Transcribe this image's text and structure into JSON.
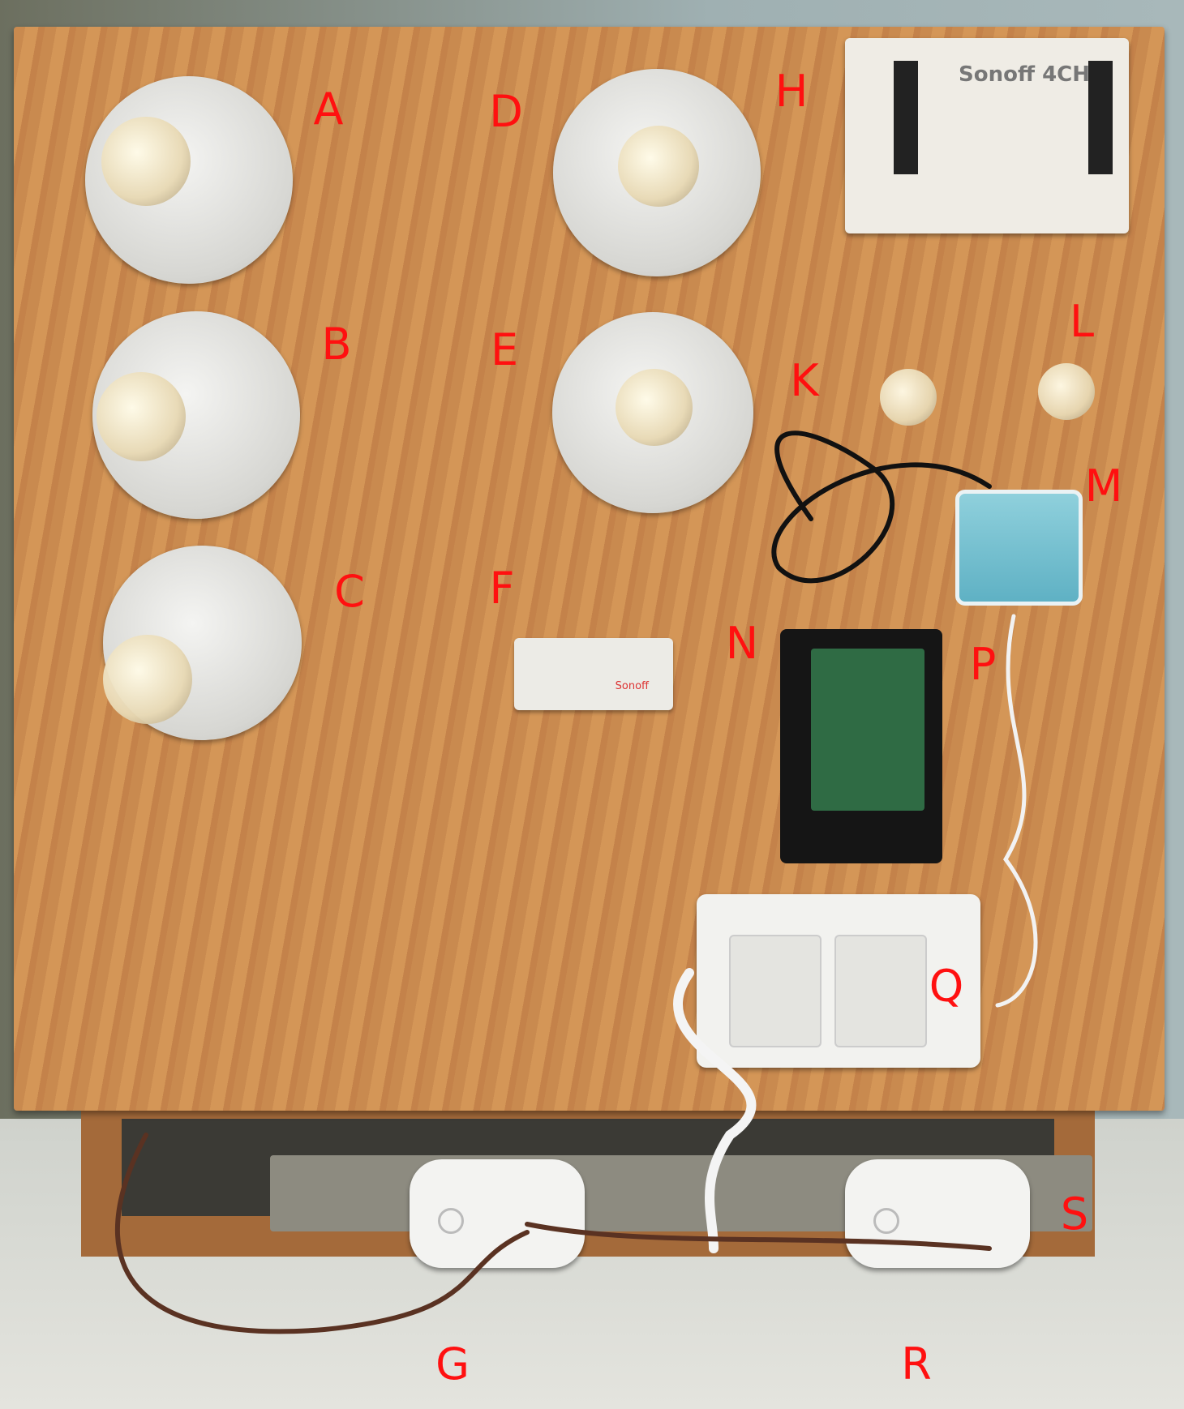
{
  "labels": [
    "A",
    "B",
    "C",
    "D",
    "E",
    "F",
    "G",
    "H",
    "K",
    "L",
    "M",
    "N",
    "P",
    "Q",
    "R",
    "S"
  ],
  "devices": {
    "sonoff_4ch_logo": "Sonoff 4CH",
    "sonoff_basic_logo": "Sonoff"
  },
  "colors": {
    "label": "#ff1010",
    "board": "#d49657"
  }
}
